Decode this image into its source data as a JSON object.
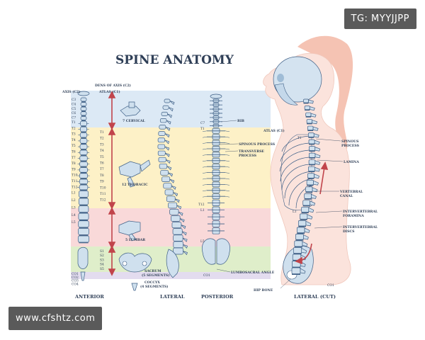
{
  "title": "SPINE ANATOMY",
  "watermarks": {
    "top_right": "TG: MYYJJPP",
    "bottom_left": "www.cfshtz.com"
  },
  "anterior_labels": {
    "dens": "DENS OF AXIS (C2)",
    "atlas": "ATLAS (C1)",
    "axis": "AXIS (C2)"
  },
  "vertebra_labels": {
    "cervical": [
      "C3",
      "C4",
      "C5",
      "C6",
      "C7"
    ],
    "thoracic": [
      "T1",
      "T2",
      "T3",
      "T4",
      "T5",
      "T6",
      "T7",
      "T8",
      "T9",
      "T10",
      "T11",
      "T12"
    ],
    "lumbar": [
      "L1",
      "L2",
      "L3",
      "L4",
      "L5"
    ],
    "sacral": [
      "S1",
      "S2",
      "S3",
      "S4",
      "S5"
    ],
    "coccyx": [
      "CO1",
      "CO2",
      "CO3",
      "CO4"
    ]
  },
  "region_labels": {
    "cervical": "7 CERVICAL",
    "thoracic": "12 THORACIC",
    "lumbar": "5 LUMBAR",
    "sacrum": [
      "SACRUM",
      "(5 SEGMENTS)"
    ],
    "coccyx": [
      "COCCYX",
      "(4 SEGMENTS)"
    ]
  },
  "posterior_labels": {
    "c7": "C7",
    "t1": "T1",
    "t12": "T12",
    "l1": "L1",
    "l5": "L5",
    "co1": "CO1",
    "rib": "RIB",
    "spinous": "SPINOUS PROCESS",
    "transverse": [
      "TRANSVERSE",
      "PROCESS"
    ],
    "lumbosacral": "LUMBOSACRAL ANGLE"
  },
  "lateral_cut_labels": {
    "atlas": "ATLAS (C1)",
    "t1": "T1",
    "l1": "L1",
    "co1": "CO1",
    "hip": "HIP BONE",
    "spinous": [
      "SPINOUS",
      "PROCESS"
    ],
    "lamina": "LAMINA",
    "vertebral_canal": [
      "VERTEBRAL",
      "CANAL"
    ],
    "foramina": [
      "INTERVERTEBRAL",
      "FORAMINA"
    ],
    "discs": [
      "INTERVERTEBRAL",
      "DISCS"
    ]
  },
  "captions": {
    "anterior": "ANTERIOR",
    "lateral": "LATERAL",
    "posterior": "POSTERIOR",
    "lateral_cut": "LATERAL (CUT)"
  },
  "colors": {
    "cervical_band": "#dce9f5",
    "thoracic_band": "#fdf1c7",
    "lumbar_band": "#f9d9d9",
    "sacral_band": "#dfeeca",
    "coccyx_band": "#e3dcef",
    "arrow": "#c1444b",
    "ink": "#2f3f57",
    "bone": "#cfe0ee",
    "outline": "#3e5f86",
    "hair": "#f3b9a6"
  }
}
